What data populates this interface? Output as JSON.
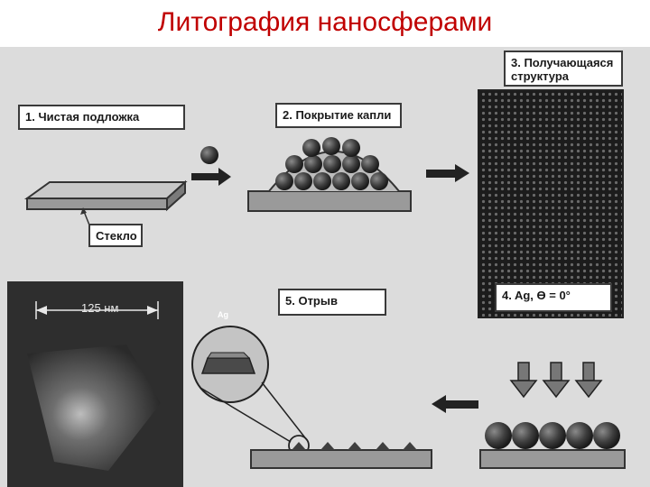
{
  "slide": {
    "title": "Литография наносферами"
  },
  "steps": {
    "step1": "1. Чистая подложка",
    "step2": "2. Покрытие капли",
    "step3_line1": "3. Получающаяся",
    "step3_line2": "структура",
    "step4": "4. Ag, ϴ = 0°",
    "step5": "5. Отрыв"
  },
  "labels": {
    "glass": "Стекло",
    "scale": "125 нм",
    "ag": "Ag"
  },
  "colors": {
    "title": "#c00000",
    "background": "#dcdcdc",
    "sphere": "#3f3f3f",
    "substrate": "#9a9a9a"
  }
}
